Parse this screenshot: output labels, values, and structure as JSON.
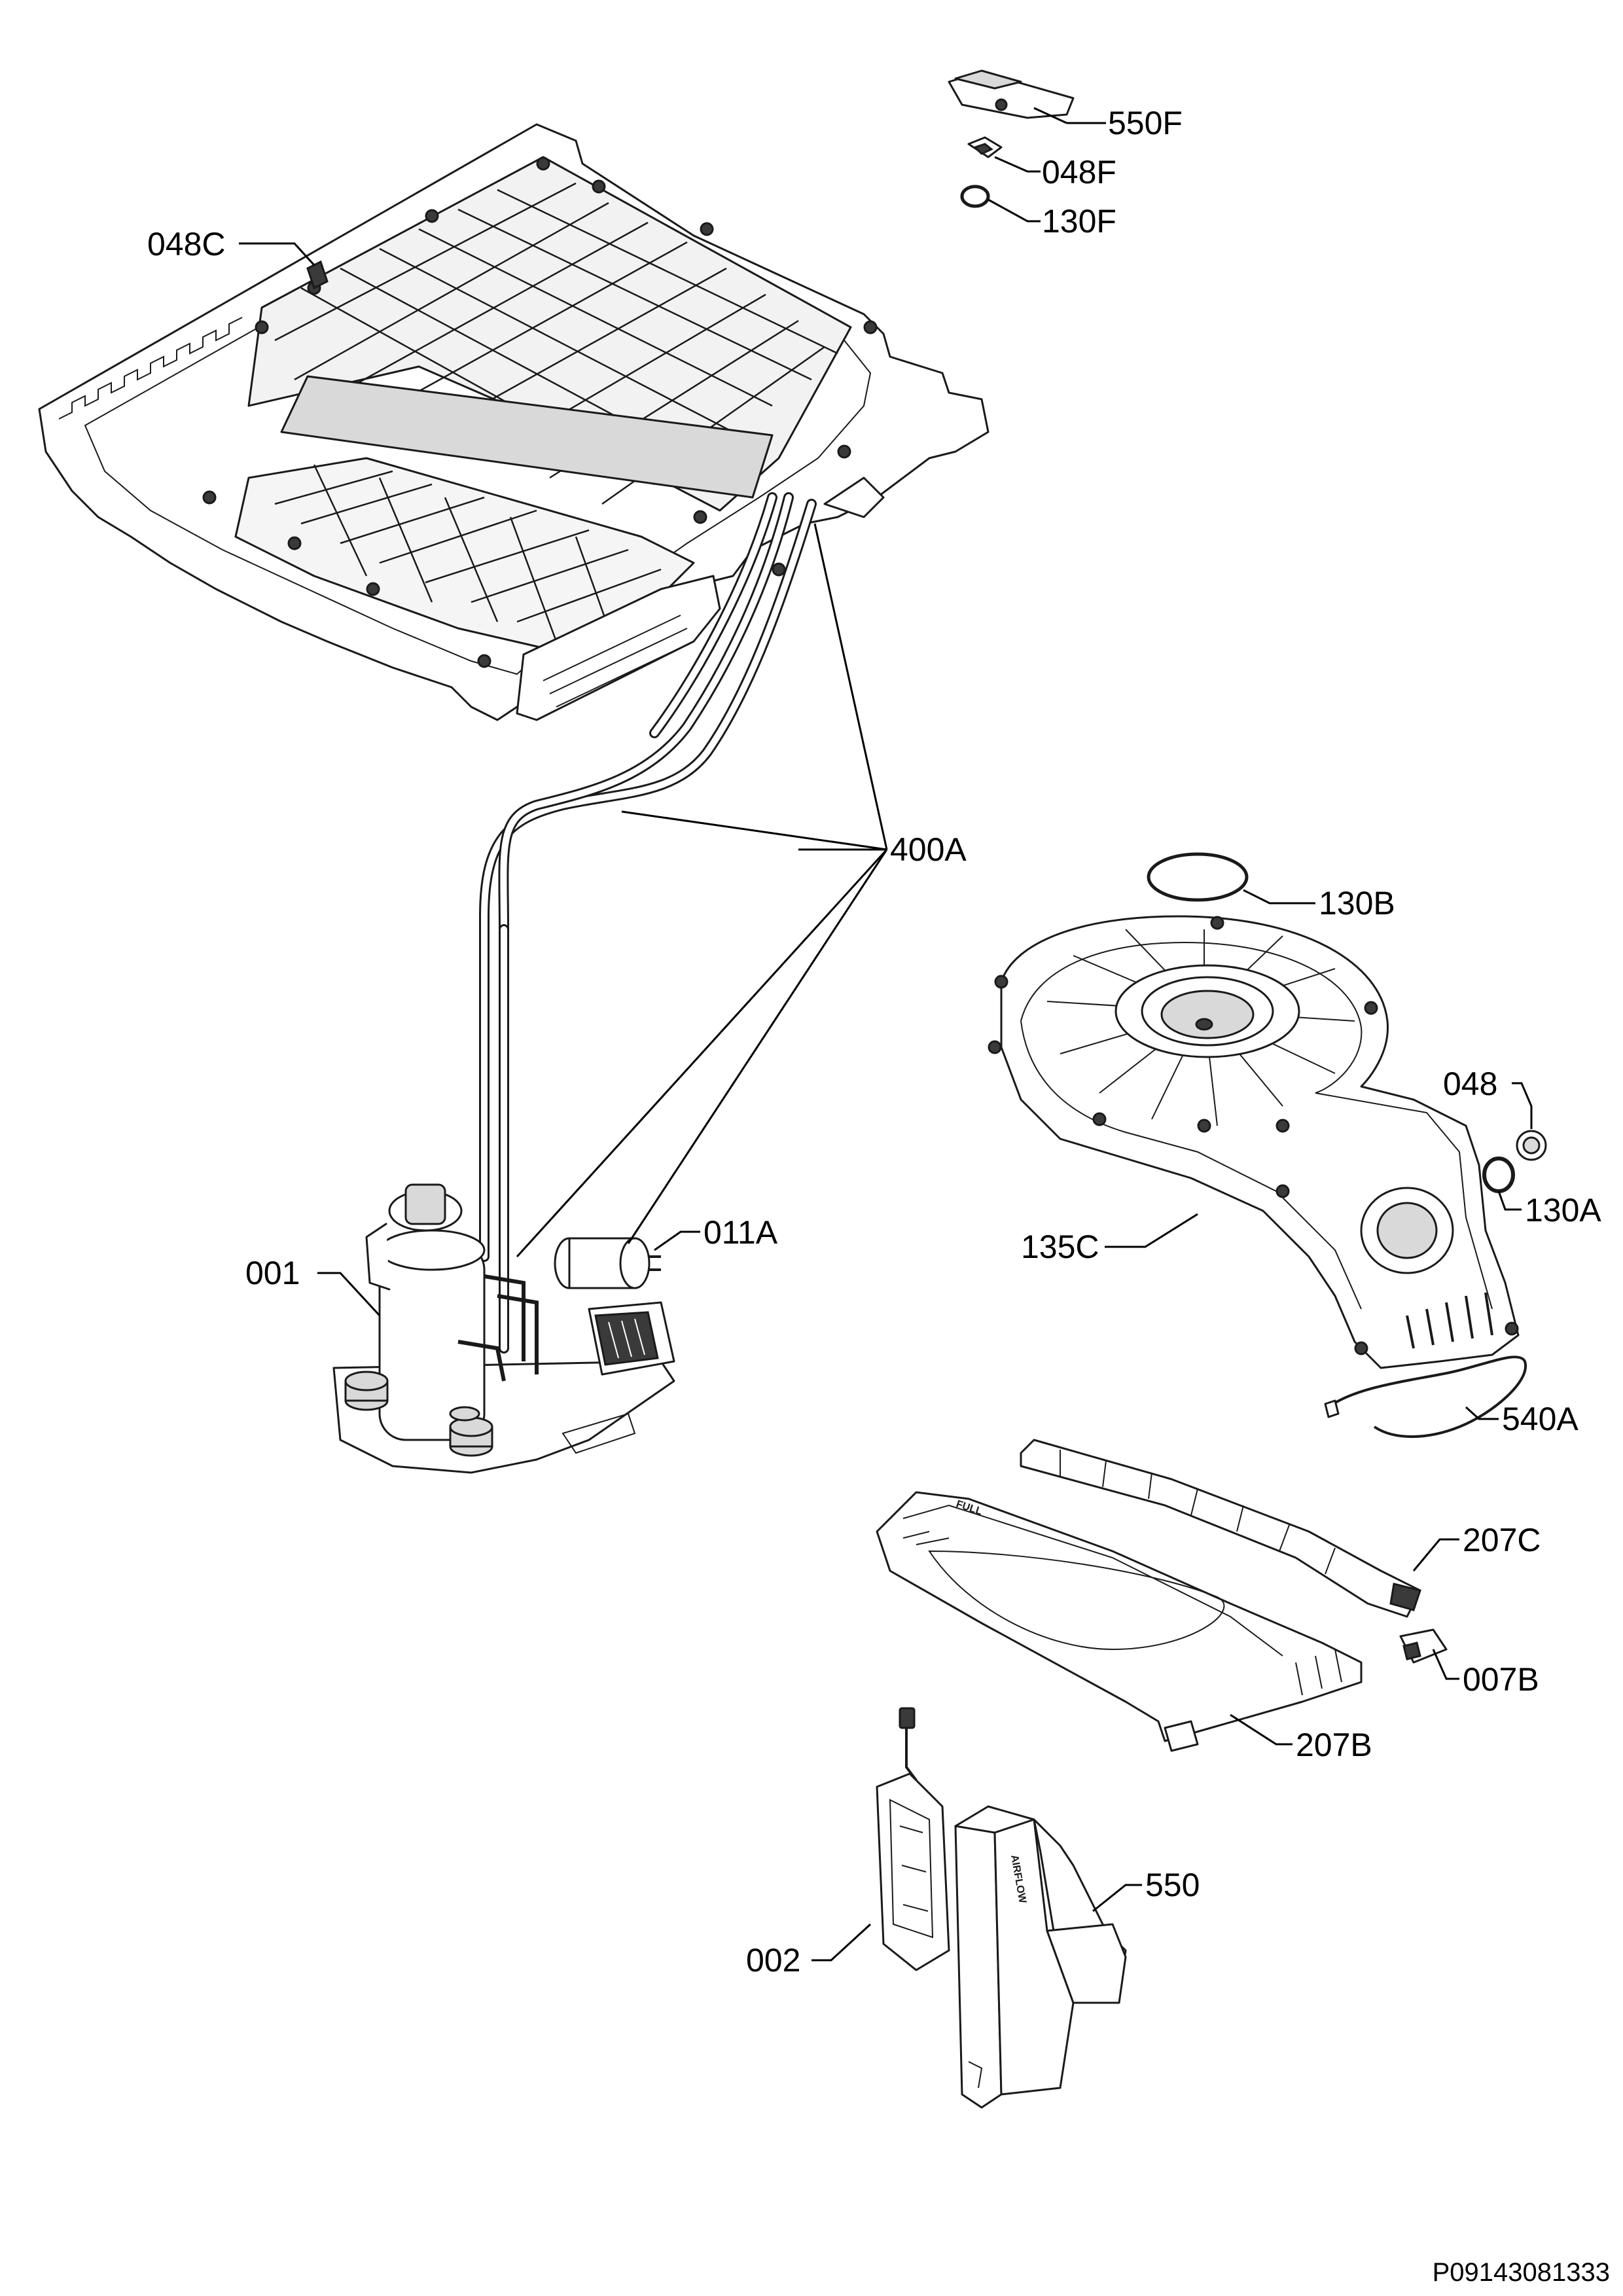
{
  "callouts": {
    "c_550F": "550F",
    "c_048F": "048F",
    "c_130F": "130F",
    "c_048C": "048C",
    "c_400A": "400A",
    "c_130B": "130B",
    "c_048": "048",
    "c_130A": "130A",
    "c_135C": "135C",
    "c_011A": "011A",
    "c_001": "001",
    "c_540A": "540A",
    "c_207C": "207C",
    "c_007B": "007B",
    "c_207B": "207B",
    "c_550": "550",
    "c_002": "002"
  },
  "part_marks": {
    "filter_full": "FULL",
    "duct_airflow": "AIRFLOW"
  },
  "footer": {
    "drawing_number": "P09143081333"
  }
}
